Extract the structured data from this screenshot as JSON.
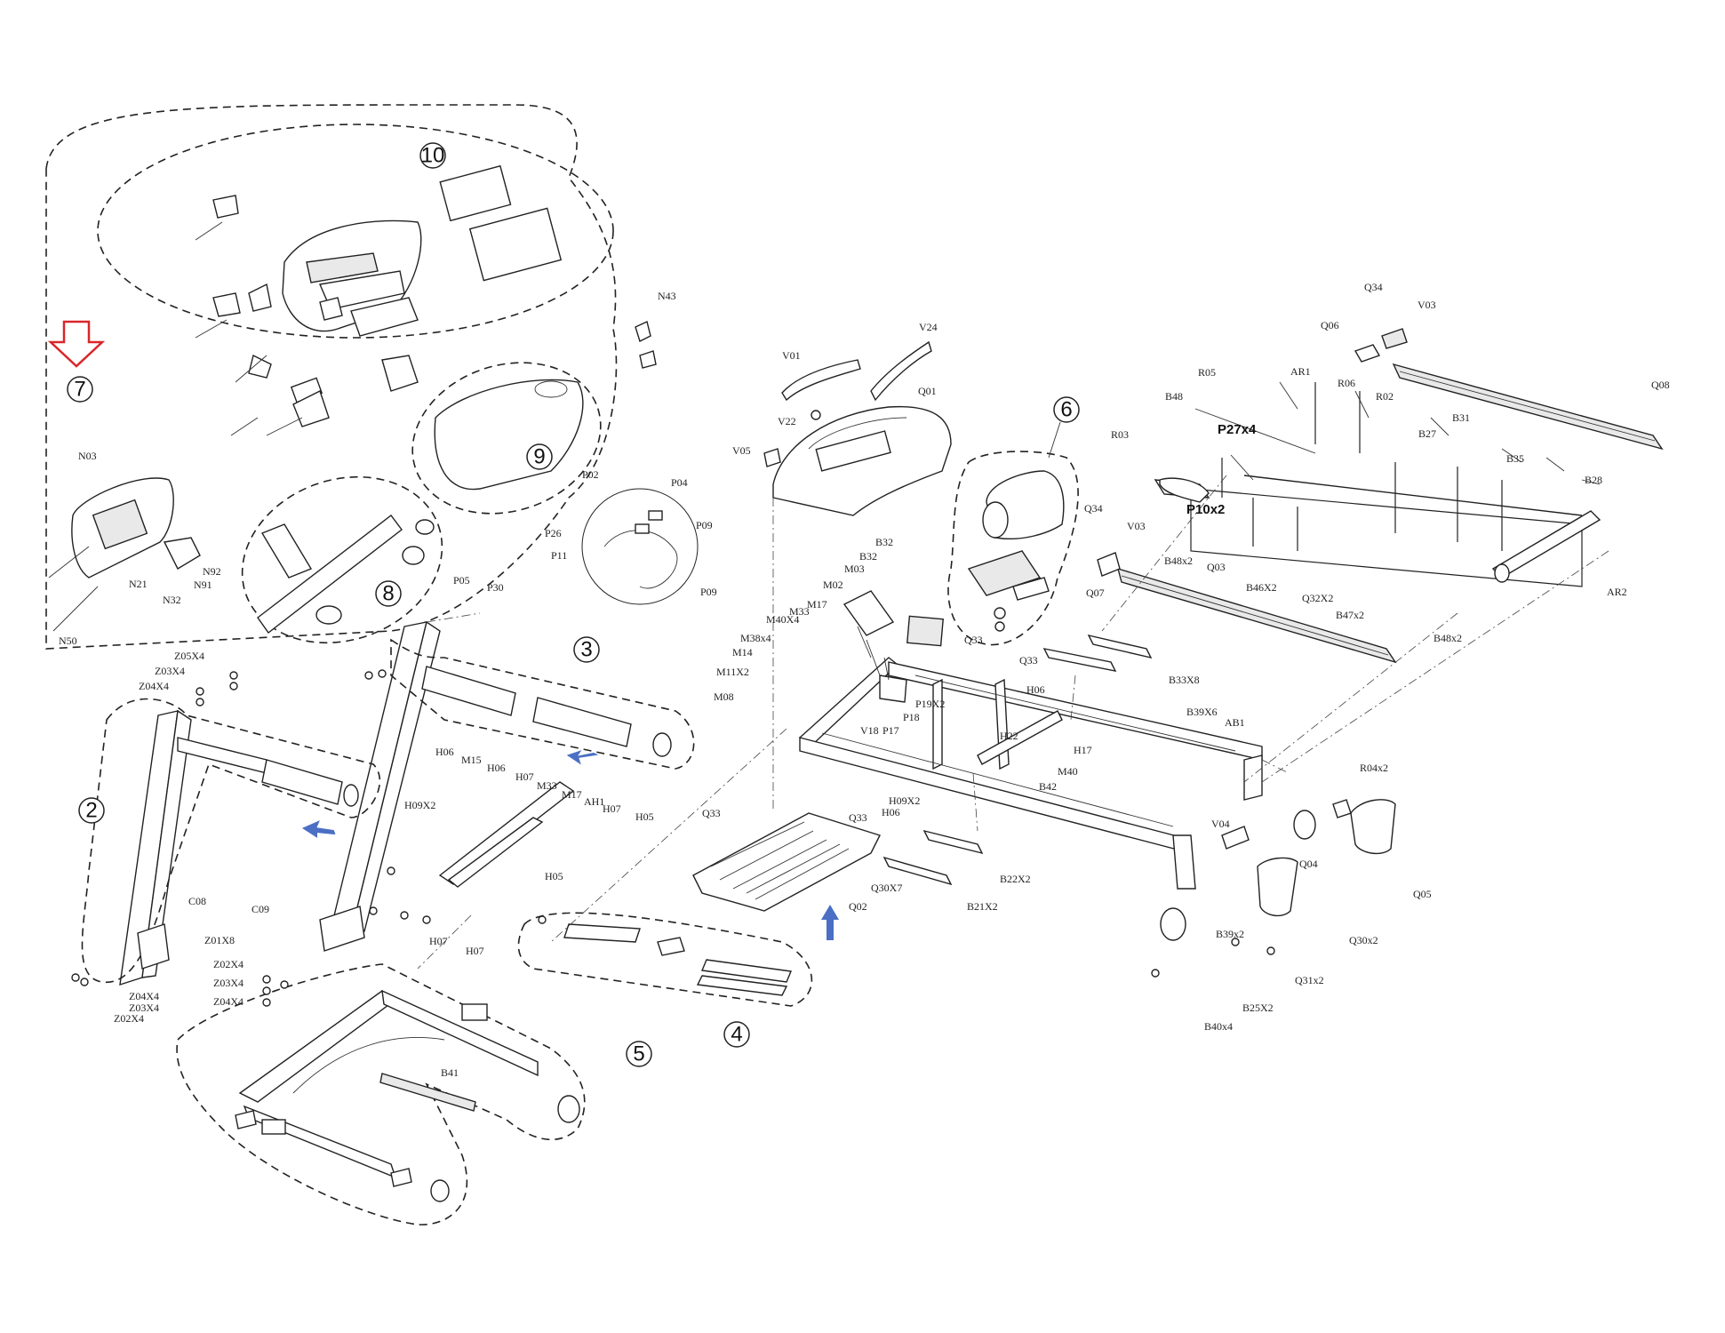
{
  "groups": [
    "7",
    "10",
    "8",
    "9",
    "6",
    "3",
    "2",
    "4",
    "5"
  ],
  "labels": {
    "n43": "N43",
    "n03": "N03",
    "n21": "N21",
    "n32": "N32",
    "n91": "N91",
    "n92": "N92",
    "n50": "N50",
    "v01": "V01",
    "v24": "V24",
    "q01": "Q01",
    "v22": "V22",
    "v05": "V05",
    "p02": "P02",
    "p04": "P04",
    "p26": "P26",
    "p11": "P11",
    "p09a": "P09",
    "p09b": "P09",
    "p05": "P05",
    "p30": "P30",
    "q34a": "Q34",
    "v03a": "V03",
    "q06": "Q06",
    "q08": "Q08",
    "r05": "R05",
    "ar1": "AR1",
    "r06": "R06",
    "r02": "R02",
    "b48": "B48",
    "p27x4": "P27x4",
    "r03": "R03",
    "b31": "B31",
    "b27": "B27",
    "b35": "B35",
    "b28": "B28",
    "p10x2": "P10x2",
    "b48x2a": "B48x2",
    "b46x2": "B46X2",
    "q03": "Q03",
    "q32x2": "Q32X2",
    "b47x2": "B47x2",
    "b48x2b": "B48x2",
    "ar2": "AR2",
    "q34b": "Q34",
    "v03b": "V03",
    "q07": "Q07",
    "m03": "M03",
    "b32a": "B32",
    "b32b": "B32",
    "m02": "M02",
    "m17a": "M17",
    "m33a": "M33",
    "m40x4": "M40X4",
    "m38x4": "M38x4",
    "m14": "M14",
    "m11x2": "M11X2",
    "m08": "M08",
    "v18": "V18",
    "p17": "P17",
    "p18": "P18",
    "p19x2": "P19X2",
    "q33a": "Q33",
    "q33b": "Q33",
    "h06a": "H06",
    "b33x8": "B33X8",
    "b39x6": "B39X6",
    "ab1": "AB1",
    "h22": "H22",
    "h17": "H17",
    "m40": "M40",
    "b42": "B42",
    "q33c": "Q33",
    "q33d": "Q33",
    "h09x2a": "H09X2",
    "h06b": "H06",
    "r04x2": "R04x2",
    "v04": "V04",
    "q04": "Q04",
    "q05": "Q05",
    "b22x2": "B22X2",
    "b21x2": "B21X2",
    "q30x7": "Q30X7",
    "q02": "Q02",
    "b39x2": "B39x2",
    "q30x2": "Q30x2",
    "q31x2": "Q31x2",
    "b25x2": "B25X2",
    "b40x4": "B40x4",
    "z05x4": "Z05X4",
    "z03x4a": "Z03X4",
    "z04x4a": "Z04X4",
    "h06c": "H06",
    "m15": "M15",
    "h06d": "H06",
    "h07a": "H07",
    "m33b": "M33",
    "m17b": "M17",
    "ah1": "AH1",
    "h07b": "H07",
    "h09x2b": "H09X2",
    "h05a": "H05",
    "h05b": "H05",
    "h07c": "H07",
    "h07d": "H07",
    "c08": "C08",
    "c09": "C09",
    "z01x8": "Z01X8",
    "z02x4a": "Z02X4",
    "z03x4b": "Z03X4",
    "z04x4b": "Z04X4",
    "z04x4c": "Z04X4",
    "z03x4c": "Z03X4",
    "z02x4b": "Z02X4",
    "b41": "B41"
  },
  "colors": {
    "indicator_arrow": "#d9262a",
    "direction_arrow": "#4a6fc4",
    "ink": "#222222"
  }
}
